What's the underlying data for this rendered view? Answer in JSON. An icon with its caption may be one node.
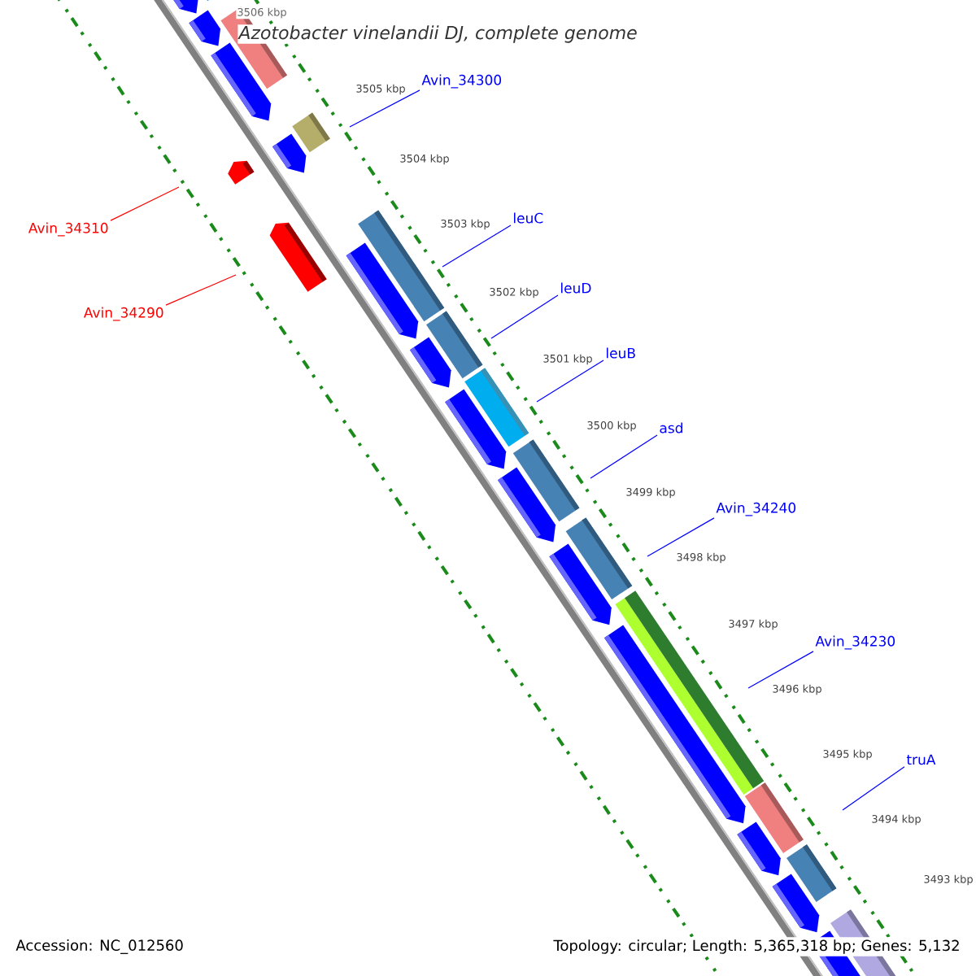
{
  "diagram": {
    "title": "Azotobacter vinelandii DJ, complete genome",
    "nodes": [
      {
        "text": [
          "Avin_34300"
        ]
      },
      {
        "text": [
          "leuC"
        ]
      },
      {
        "text": [
          "Avin_34310"
        ]
      },
      {
        "text": [
          "leuD"
        ]
      },
      {
        "text": [
          "Avin_34290"
        ]
      },
      {
        "text": [
          "leuB"
        ]
      },
      {
        "text": [
          "asd"
        ]
      },
      {
        "text": [
          "Avin_34240"
        ]
      },
      {
        "text": [
          "Avin_34230"
        ]
      },
      {
        "text": [
          "truA"
        ]
      }
    ],
    "edges": [
      {
        "from": 0,
        "to": null,
        "arrow": "none"
      },
      {
        "from": 1,
        "to": null,
        "arrow": "none"
      },
      {
        "from": 2,
        "to": null,
        "arrow": "none",
        "color": "#ff0000"
      },
      {
        "from": 3,
        "to": null,
        "arrow": "none"
      },
      {
        "from": 4,
        "to": null,
        "arrow": "none",
        "color": "#ff0000"
      },
      {
        "from": 5,
        "to": null,
        "arrow": "none"
      },
      {
        "from": 6,
        "to": null,
        "arrow": "none"
      },
      {
        "from": 7,
        "to": null,
        "arrow": "none"
      },
      {
        "from": 8,
        "to": null,
        "arrow": "none"
      },
      {
        "from": 9,
        "to": null,
        "arrow": "none"
      }
    ],
    "labels": [
      "3506 kbp",
      "3505 kbp",
      "3504 kbp",
      "3503 kbp",
      "3502 kbp",
      "3501 kbp",
      "3500 kbp",
      "3499 kbp",
      "3498 kbp",
      "3497 kbp",
      "3496 kbp",
      "3495 kbp",
      "3494 kbp",
      "3493 kbp",
      "Accession: NC_012560",
      "Topology: circular; Length: 5,365,318 bp; Genes: 5,132"
    ]
  }
}
